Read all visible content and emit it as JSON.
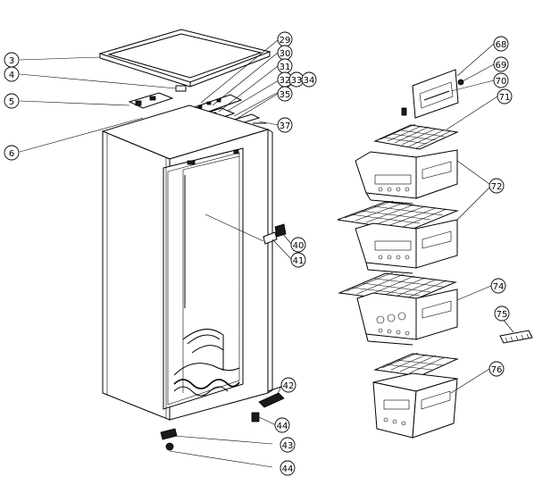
{
  "diagram": {
    "callouts": [
      "3",
      "4",
      "5",
      "6",
      "29",
      "30",
      "31",
      "32",
      "33",
      "34",
      "35",
      "37",
      "40",
      "41",
      "42",
      "43",
      "44",
      "44",
      "68",
      "69",
      "70",
      "71",
      "72",
      "74",
      "75",
      "76"
    ]
  }
}
